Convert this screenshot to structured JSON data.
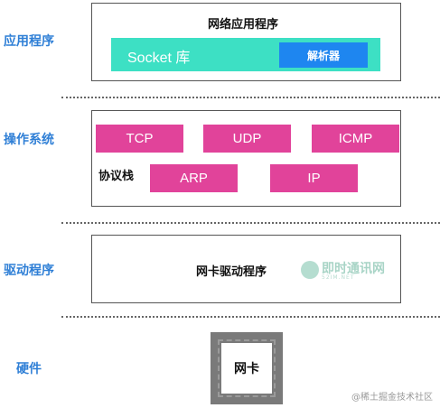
{
  "layers": {
    "application": "应用程序",
    "os": "操作系统",
    "driver": "驱动程序",
    "hardware": "硬件"
  },
  "application": {
    "title": "网络应用程序",
    "socket_label": "Socket 库",
    "parser_label": "解析器"
  },
  "os": {
    "stack_label": "协议栈",
    "protocols_row1": [
      "TCP",
      "UDP",
      "ICMP"
    ],
    "protocols_row2": [
      "ARP",
      "IP"
    ]
  },
  "driver": {
    "title": "网卡驱动程序"
  },
  "hardware": {
    "nic_label": "网卡"
  },
  "watermark": {
    "text": "即时通讯网",
    "sub": "52IM.NET"
  },
  "footer": "@稀土掘金技术社区",
  "colors": {
    "layer_label": "#2f7fd6",
    "protocol": "#e1439a",
    "socket": "#3de0c4",
    "parser": "#1e86f0"
  }
}
